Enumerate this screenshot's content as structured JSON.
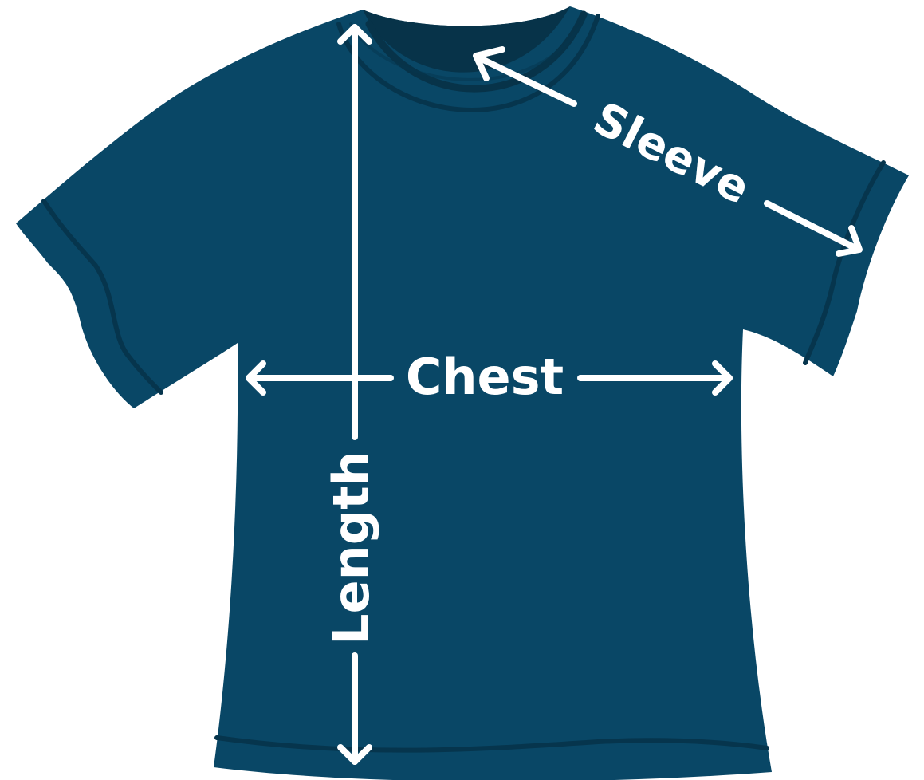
{
  "diagram": {
    "labels": {
      "sleeve": "Sleeve",
      "chest": "Chest",
      "length": "Length"
    },
    "colors": {
      "shirt": "#094766",
      "shirt_shadow": "#06354d",
      "collar_inner": "#073349",
      "measure": "#ffffff",
      "background": "#ffffff"
    },
    "icons": {
      "shirt": "t-shirt-icon",
      "arrow": "double-headed-arrow"
    }
  }
}
